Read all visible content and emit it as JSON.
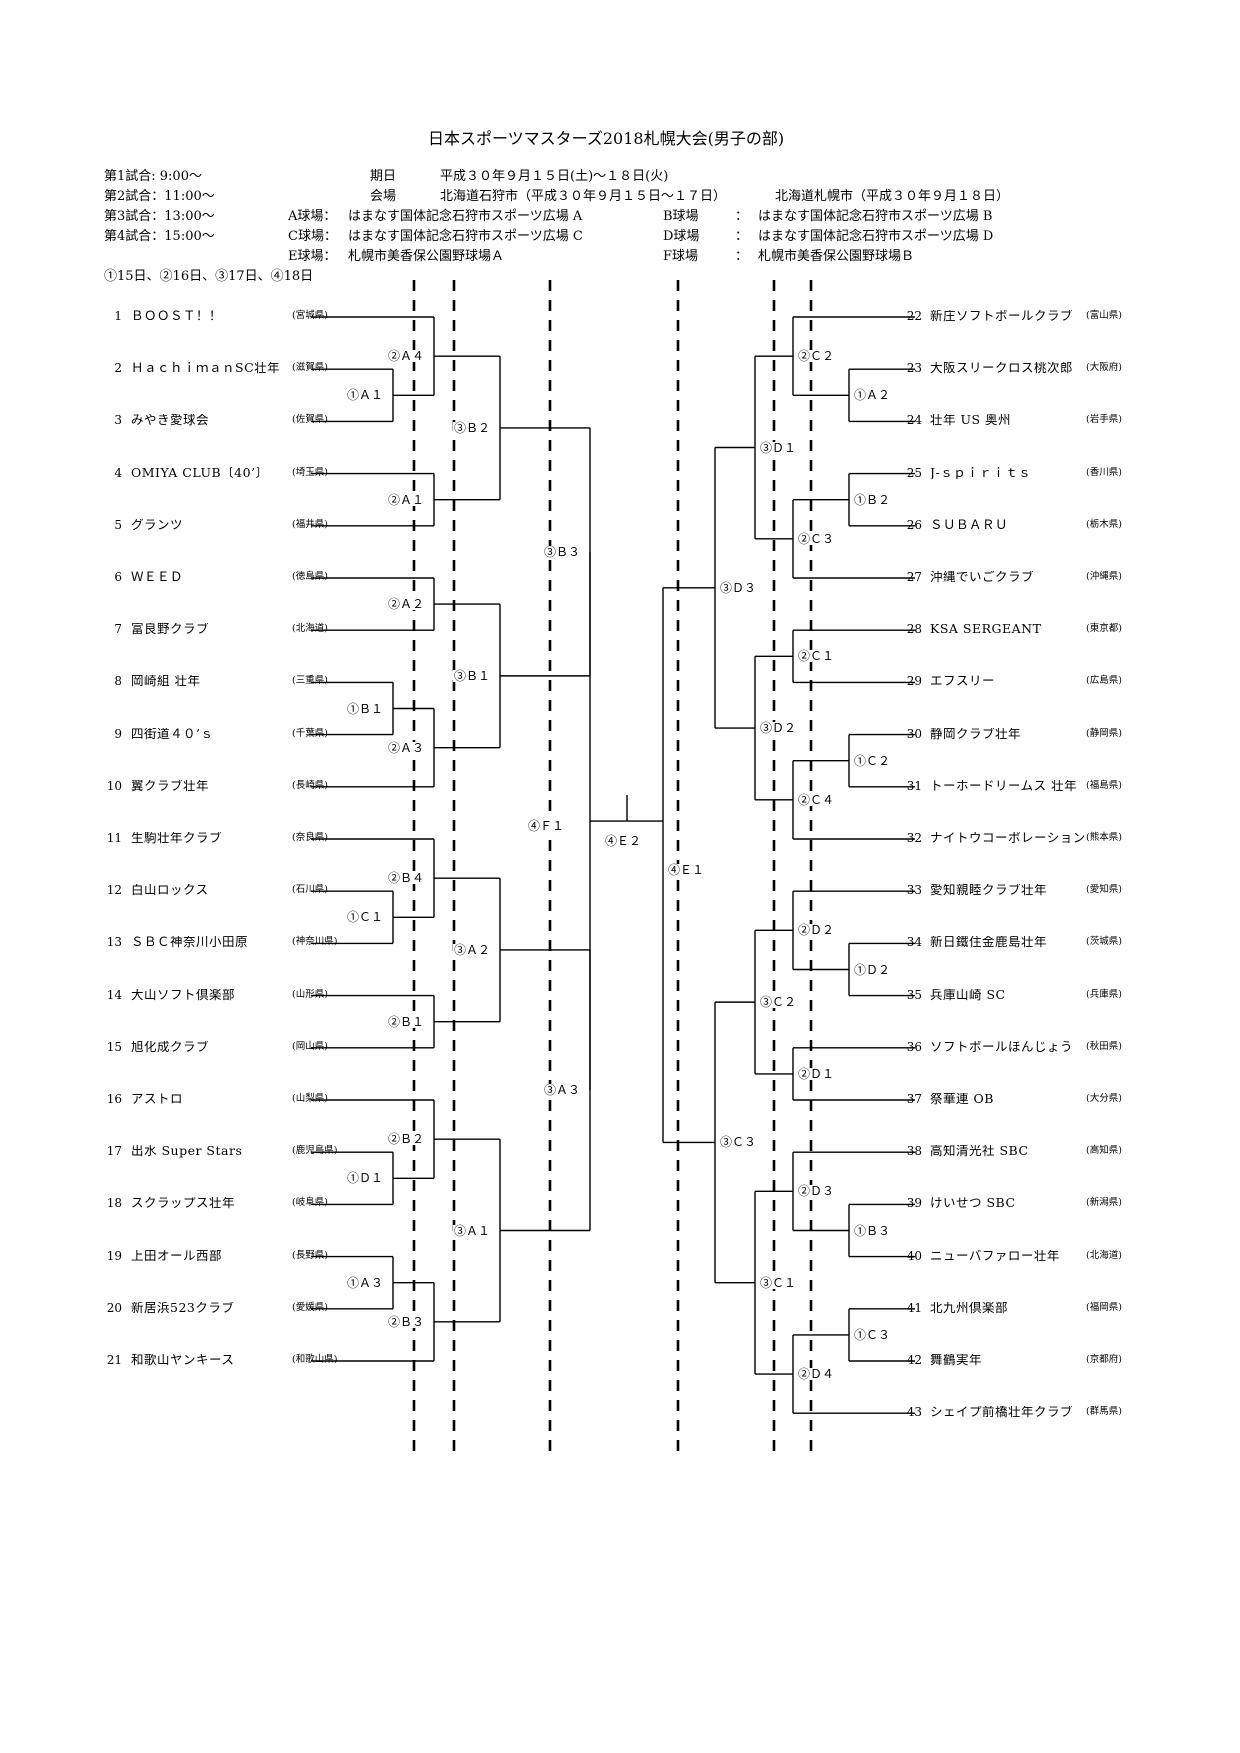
{
  "title": "日本スポーツマスターズ2018札幌大会(男子の部)",
  "schedule": [
    "第1試合: 9:00～",
    "第2試合：11:00～",
    "第3試合：13:00～",
    "第4試合：15:00～"
  ],
  "round_dates": "①15日、②16日、③17日、④18日",
  "period": {
    "label": "期日",
    "value": "平成３０年９月１５日(土)～１８日(火)"
  },
  "venue": {
    "label": "会場",
    "value1": "北海道石狩市（平成３０年９月１５日～１７日）",
    "value2": "北海道札幌市（平成３０年９月１８日）"
  },
  "fields": [
    {
      "label": "A球場：",
      "name": "はまなす国体記念石狩市スポーツ広場 A"
    },
    {
      "label": "B球場",
      "colon": "：",
      "name": "はまなす国体記念石狩市スポーツ広場 B"
    },
    {
      "label": "C球場：",
      "name": "はまなす国体記念石狩市スポーツ広場 C"
    },
    {
      "label": "D球場",
      "colon": "：",
      "name": "はまなす国体記念石狩市スポーツ広場 D"
    },
    {
      "label": "E球場：",
      "name": "札幌市美香保公園野球場Ａ"
    },
    {
      "label": "F球場",
      "colon": "：",
      "name": "札幌市美香保公園野球場Ｂ"
    }
  ],
  "left_teams": [
    {
      "num": "1",
      "name": "ＢＯＯＳＴ！！",
      "pref": "(宮城県)"
    },
    {
      "num": "2",
      "name": "ＨａｃｈｉｍａｎSC壮年",
      "pref": "(滋賀県)"
    },
    {
      "num": "3",
      "name": "みやき愛球会",
      "pref": "(佐賀県)"
    },
    {
      "num": "4",
      "name": "OMIYA CLUB〔40’〕",
      "pref": "(埼玉県)"
    },
    {
      "num": "5",
      "name": "グランツ",
      "pref": "(福井県)"
    },
    {
      "num": "6",
      "name": "ＷＥＥＤ",
      "pref": "(徳島県)"
    },
    {
      "num": "7",
      "name": "富良野クラブ",
      "pref": "(北海道)"
    },
    {
      "num": "8",
      "name": "岡崎組 壮年",
      "pref": "(三重県)"
    },
    {
      "num": "9",
      "name": "四街道４０’ｓ",
      "pref": "(千葉県)"
    },
    {
      "num": "10",
      "name": "翼クラブ壮年",
      "pref": "(長崎県)"
    },
    {
      "num": "11",
      "name": "生駒壮年クラブ",
      "pref": "(奈良県)"
    },
    {
      "num": "12",
      "name": "白山ロックス",
      "pref": "(石川県)"
    },
    {
      "num": "13",
      "name": "ＳＢＣ神奈川小田原",
      "pref": "(神奈川県)"
    },
    {
      "num": "14",
      "name": "大山ソフト倶楽部",
      "pref": "(山形県)"
    },
    {
      "num": "15",
      "name": "旭化成クラブ",
      "pref": "(岡山県)"
    },
    {
      "num": "16",
      "name": "アストロ",
      "pref": "(山梨県)"
    },
    {
      "num": "17",
      "name": "出水 Super Stars",
      "pref": "(鹿児島県)"
    },
    {
      "num": "18",
      "name": "スクラップス壮年",
      "pref": "(岐阜県)"
    },
    {
      "num": "19",
      "name": "上田オール西部",
      "pref": "(長野県)"
    },
    {
      "num": "20",
      "name": "新居浜523クラブ",
      "pref": "(愛媛県)"
    },
    {
      "num": "21",
      "name": "和歌山ヤンキース",
      "pref": "(和歌山県)"
    }
  ],
  "right_teams": [
    {
      "num": "22",
      "name": "新庄ソフトボールクラブ",
      "pref": "(富山県)"
    },
    {
      "num": "23",
      "name": "大阪スリークロス桃次郎",
      "pref": "(大阪府)"
    },
    {
      "num": "24",
      "name": "壮年 US 奥州",
      "pref": "(岩手県)"
    },
    {
      "num": "25",
      "name": "J-ｓｐｉｒｉｔｓ",
      "pref": "(香川県)"
    },
    {
      "num": "26",
      "name": "ＳＵＢＡＲＵ",
      "pref": "(栃木県)"
    },
    {
      "num": "27",
      "name": "沖縄でいごクラブ",
      "pref": "(沖縄県)"
    },
    {
      "num": "28",
      "name": "KSA SERGEANT",
      "pref": "(東京都)"
    },
    {
      "num": "29",
      "name": "エフスリー",
      "pref": "(広島県)"
    },
    {
      "num": "30",
      "name": "静岡クラブ壮年",
      "pref": "(静岡県)"
    },
    {
      "num": "31",
      "name": "トーホードリームス 壮年",
      "pref": "(福島県)"
    },
    {
      "num": "32",
      "name": "ナイトウコーポレーション",
      "pref": "(熊本県)"
    },
    {
      "num": "33",
      "name": "愛知親睦クラブ壮年",
      "pref": "(愛知県)"
    },
    {
      "num": "34",
      "name": "新日鐵住金鹿島壮年",
      "pref": "(茨城県)"
    },
    {
      "num": "35",
      "name": "兵庫山崎 SC",
      "pref": "(兵庫県)"
    },
    {
      "num": "36",
      "name": "ソフトボールほんじょう",
      "pref": "(秋田県)"
    },
    {
      "num": "37",
      "name": "祭華連 OB",
      "pref": "(大分県)"
    },
    {
      "num": "38",
      "name": "高知清光社 SBC",
      "pref": "(高知県)"
    },
    {
      "num": "39",
      "name": "けいせつ SBC",
      "pref": "(新潟県)"
    },
    {
      "num": "40",
      "name": "ニューバファロー壮年",
      "pref": "(北海道)"
    },
    {
      "num": "41",
      "name": "北九州倶楽部",
      "pref": "(福岡県)"
    },
    {
      "num": "42",
      "name": "舞鶴実年",
      "pref": "(京都府)"
    },
    {
      "num": "43",
      "name": "シェイプ前橋壮年クラブ",
      "pref": "(群馬県)"
    }
  ],
  "match_labels": {
    "L_A1_1": "①Ａ１",
    "L_B1_1": "①Ｂ１",
    "L_C1_1": "①Ｃ１",
    "L_D1_1": "①Ｄ１",
    "L_A3_1": "①Ａ３",
    "L_A4_2": "②Ａ４",
    "L_A1_2": "②Ａ１",
    "L_A2_2": "②Ａ２",
    "L_A3_2": "②Ａ３",
    "L_B4_2": "②Ｂ４",
    "L_B1_2": "②Ｂ１",
    "L_B2_2": "②Ｂ２",
    "L_B3_2": "②Ｂ３",
    "L_B2_3": "③Ｂ２",
    "L_B1_3": "③Ｂ１",
    "L_A2_3": "③Ａ２",
    "L_A1_3": "③Ａ１",
    "L_B3_3": "③Ｂ３",
    "L_A3_3": "③Ａ３",
    "L_F1_4": "④Ｆ１",
    "R_A2_1": "①Ａ２",
    "R_B2_1": "①Ｂ２",
    "R_C2_1": "①Ｃ２",
    "R_D2_1": "①Ｄ２",
    "R_B3_1": "①Ｂ３",
    "R_C3_1": "①Ｃ３",
    "R_C2_2": "②Ｃ２",
    "R_C3_2": "②Ｃ３",
    "R_C1_2": "②Ｃ１",
    "R_C4_2": "②Ｃ４",
    "R_D2_2": "②Ｄ２",
    "R_D1_2": "②Ｄ１",
    "R_D3_2": "②Ｄ３",
    "R_D4_2": "②Ｄ４",
    "R_D1_3": "③Ｄ１",
    "R_D2_3": "③Ｄ２",
    "R_C2_3": "③Ｃ２",
    "R_C1_3": "③Ｃ１",
    "R_D3_3": "③Ｄ３",
    "R_C3_3": "③Ｃ３",
    "R_E1_4": "④Ｅ１",
    "final": "④Ｅ２"
  }
}
